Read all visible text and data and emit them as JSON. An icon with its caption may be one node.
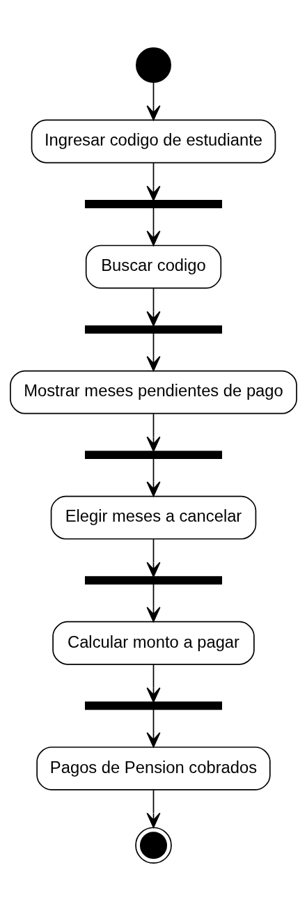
{
  "diagram": {
    "nodes": [
      {
        "text": [],
        "shape": "circle"
      },
      {
        "text": [
          "Ingresar codigo de estudiante"
        ]
      },
      {
        "text": [],
        "shape": "bar"
      },
      {
        "text": [
          "Buscar codigo"
        ]
      },
      {
        "text": [],
        "shape": "bar"
      },
      {
        "text": [
          "Mostrar meses pendientes de pago"
        ]
      },
      {
        "text": [],
        "shape": "bar"
      },
      {
        "text": [
          "Elegir meses a cancelar"
        ]
      },
      {
        "text": [],
        "shape": "bar"
      },
      {
        "text": [
          "Calcular monto a pagar"
        ]
      },
      {
        "text": [],
        "shape": "bar"
      },
      {
        "text": [
          "Pagos de Pension cobrados"
        ]
      },
      {
        "text": [],
        "shape": "bullseye"
      }
    ],
    "edges": [
      {
        "from": 0,
        "to": 1,
        "arrow": "to"
      },
      {
        "from": 1,
        "to": 2,
        "arrow": "to"
      },
      {
        "from": 2,
        "to": 3,
        "arrow": "to"
      },
      {
        "from": 3,
        "to": 4,
        "arrow": "to"
      },
      {
        "from": 4,
        "to": 5,
        "arrow": "to"
      },
      {
        "from": 5,
        "to": 6,
        "arrow": "to"
      },
      {
        "from": 6,
        "to": 7,
        "arrow": "to"
      },
      {
        "from": 7,
        "to": 8,
        "arrow": "to"
      },
      {
        "from": 8,
        "to": 9,
        "arrow": "to"
      },
      {
        "from": 9,
        "to": 10,
        "arrow": "to"
      },
      {
        "from": 10,
        "to": 11,
        "arrow": "to"
      },
      {
        "from": 11,
        "to": 12,
        "arrow": "to"
      }
    ]
  }
}
